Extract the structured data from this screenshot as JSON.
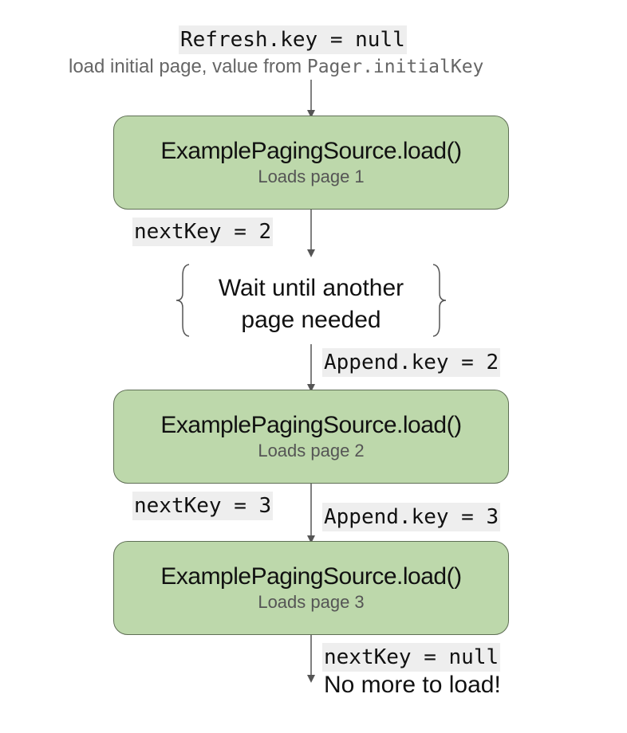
{
  "start": {
    "key_label": "Refresh.key = null",
    "caption_text": "load initial page, value from ",
    "caption_code": "Pager.initialKey"
  },
  "boxes": [
    {
      "title": "ExamplePagingSource.load()",
      "subtitle": "Loads page 1"
    },
    {
      "title": "ExamplePagingSource.load()",
      "subtitle": "Loads page 2"
    },
    {
      "title": "ExamplePagingSource.load()",
      "subtitle": "Loads page 3"
    }
  ],
  "keys": {
    "next_key_1": "nextKey = 2",
    "wait_line_1": "Wait until another",
    "wait_line_2": "page needed",
    "append_key_2": "Append.key = 2",
    "next_key_2": "nextKey = 3",
    "append_key_3": "Append.key = 3",
    "next_key_3": "nextKey = null",
    "end_text": "No more to load!"
  },
  "colors": {
    "box_fill": "#bdd8ab",
    "box_border": "#5f6f55",
    "code_background": "#eeeeee",
    "arrow": "#555555"
  }
}
